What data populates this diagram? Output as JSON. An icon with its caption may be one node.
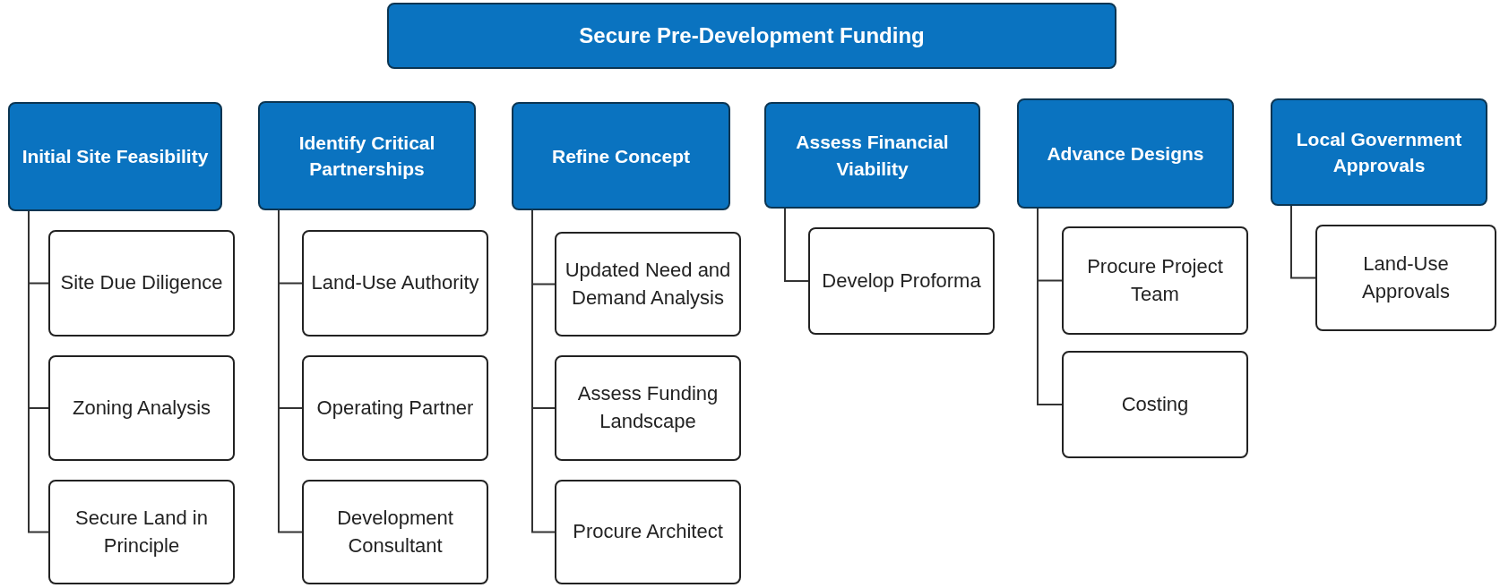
{
  "diagram": {
    "nodes": [
      {
        "text": [
          "Secure Pre-Development Funding"
        ]
      },
      {
        "text": [
          "Initial Site Feasibility"
        ]
      },
      {
        "text": [
          "Site Due Diligence"
        ]
      },
      {
        "text": [
          "Zoning Analysis"
        ]
      },
      {
        "text": [
          "Secure Land in Principle"
        ]
      },
      {
        "text": [
          "Identify Critical Partnerships"
        ]
      },
      {
        "text": [
          "Land-Use Authority"
        ]
      },
      {
        "text": [
          "Operating Partner"
        ]
      },
      {
        "text": [
          "Development Consultant"
        ]
      },
      {
        "text": [
          "Refine Concept"
        ]
      },
      {
        "text": [
          "Updated Need and Demand Analysis"
        ]
      },
      {
        "text": [
          "Assess Funding Landscape"
        ]
      },
      {
        "text": [
          "Procure Architect"
        ]
      },
      {
        "text": [
          "Assess Financial Viability"
        ]
      },
      {
        "text": [
          "Develop Proforma"
        ]
      },
      {
        "text": [
          "Advance Designs"
        ]
      },
      {
        "text": [
          "Procure Project Team"
        ]
      },
      {
        "text": [
          "Costing"
        ]
      },
      {
        "text": [
          "Local Government Approvals"
        ]
      },
      {
        "text": [
          "Land-Use Approvals"
        ]
      }
    ],
    "edges": [
      {
        "from": 1,
        "to": 2,
        "arrow": "none"
      },
      {
        "from": 1,
        "to": 3,
        "arrow": "none"
      },
      {
        "from": 1,
        "to": 4,
        "arrow": "none"
      },
      {
        "from": 5,
        "to": 6,
        "arrow": "none"
      },
      {
        "from": 5,
        "to": 7,
        "arrow": "none"
      },
      {
        "from": 5,
        "to": 8,
        "arrow": "none"
      },
      {
        "from": 9,
        "to": 10,
        "arrow": "none"
      },
      {
        "from": 9,
        "to": 11,
        "arrow": "none"
      },
      {
        "from": 9,
        "to": 12,
        "arrow": "none"
      },
      {
        "from": 13,
        "to": 14,
        "arrow": "none"
      },
      {
        "from": 15,
        "to": 16,
        "arrow": "none"
      },
      {
        "from": 15,
        "to": 17,
        "arrow": "none"
      },
      {
        "from": 18,
        "to": 19,
        "arrow": "none"
      }
    ]
  }
}
